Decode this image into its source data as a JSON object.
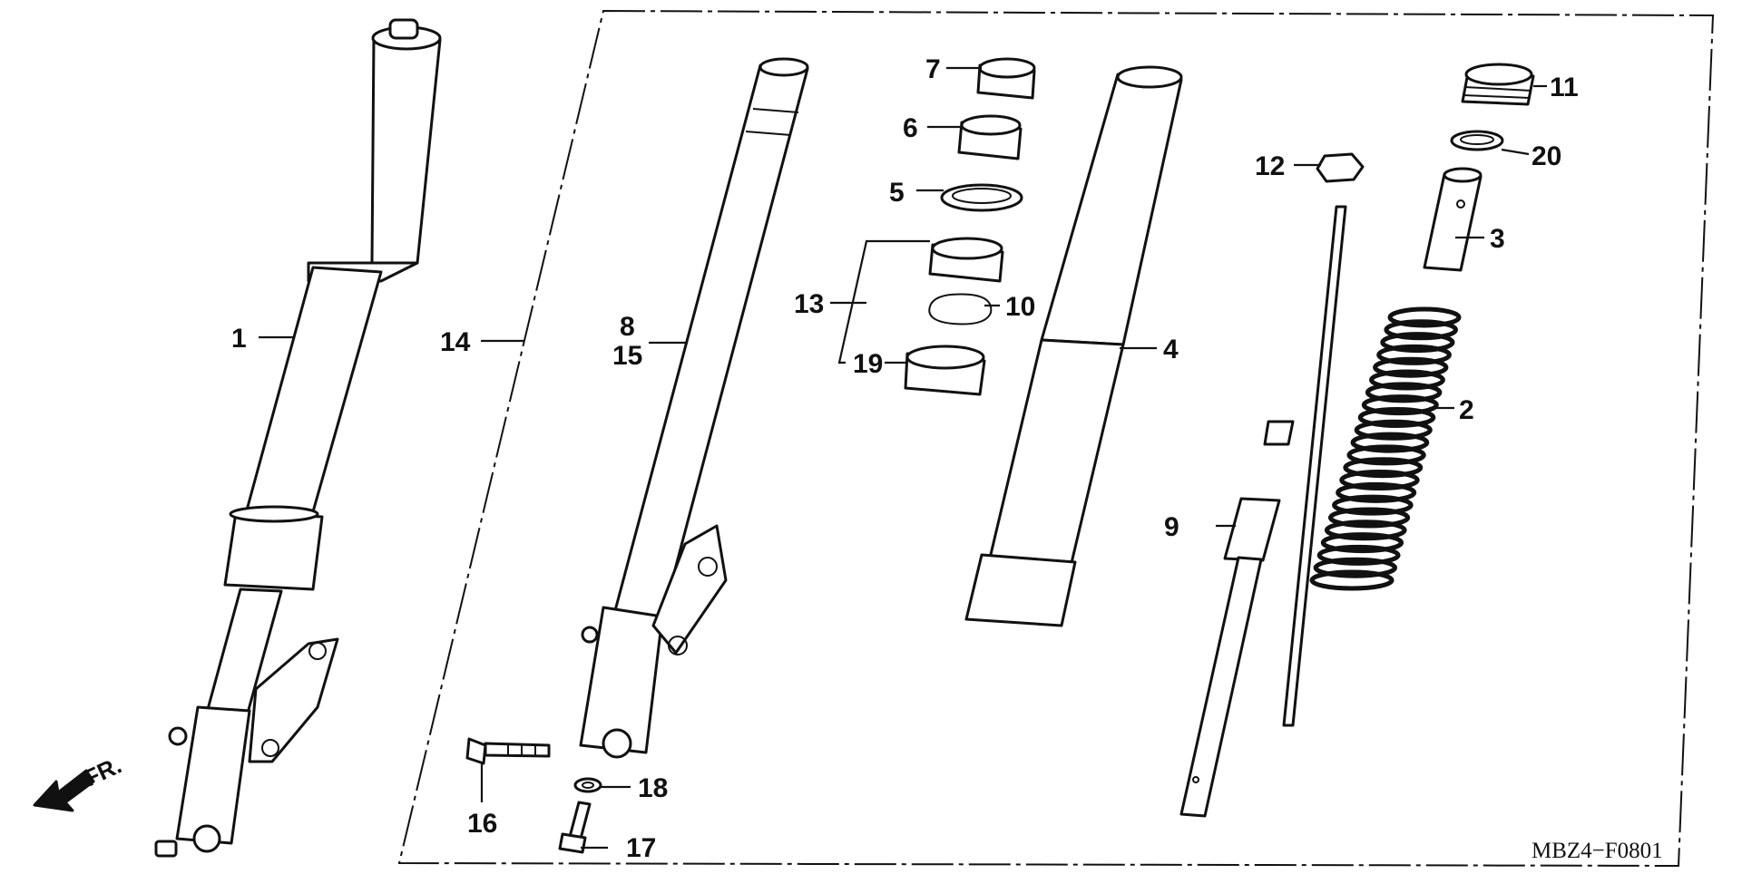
{
  "diagram": {
    "code": "MBZ4−F0801",
    "direction_label": "FR.",
    "direction_icon": "arrow-icon",
    "callouts": [
      {
        "id": "c1",
        "text": "1"
      },
      {
        "id": "c2",
        "text": "2"
      },
      {
        "id": "c3",
        "text": "3"
      },
      {
        "id": "c4",
        "text": "4"
      },
      {
        "id": "c5",
        "text": "5"
      },
      {
        "id": "c6",
        "text": "6"
      },
      {
        "id": "c7",
        "text": "7"
      },
      {
        "id": "c8",
        "text": "8"
      },
      {
        "id": "c9",
        "text": "9"
      },
      {
        "id": "c10",
        "text": "10"
      },
      {
        "id": "c11",
        "text": "11"
      },
      {
        "id": "c12",
        "text": "12"
      },
      {
        "id": "c13",
        "text": "13"
      },
      {
        "id": "c14",
        "text": "14"
      },
      {
        "id": "c15",
        "text": "15"
      },
      {
        "id": "c16",
        "text": "16"
      },
      {
        "id": "c17",
        "text": "17"
      },
      {
        "id": "c18",
        "text": "18"
      },
      {
        "id": "c19",
        "text": "19"
      },
      {
        "id": "c20",
        "text": "20"
      }
    ]
  }
}
